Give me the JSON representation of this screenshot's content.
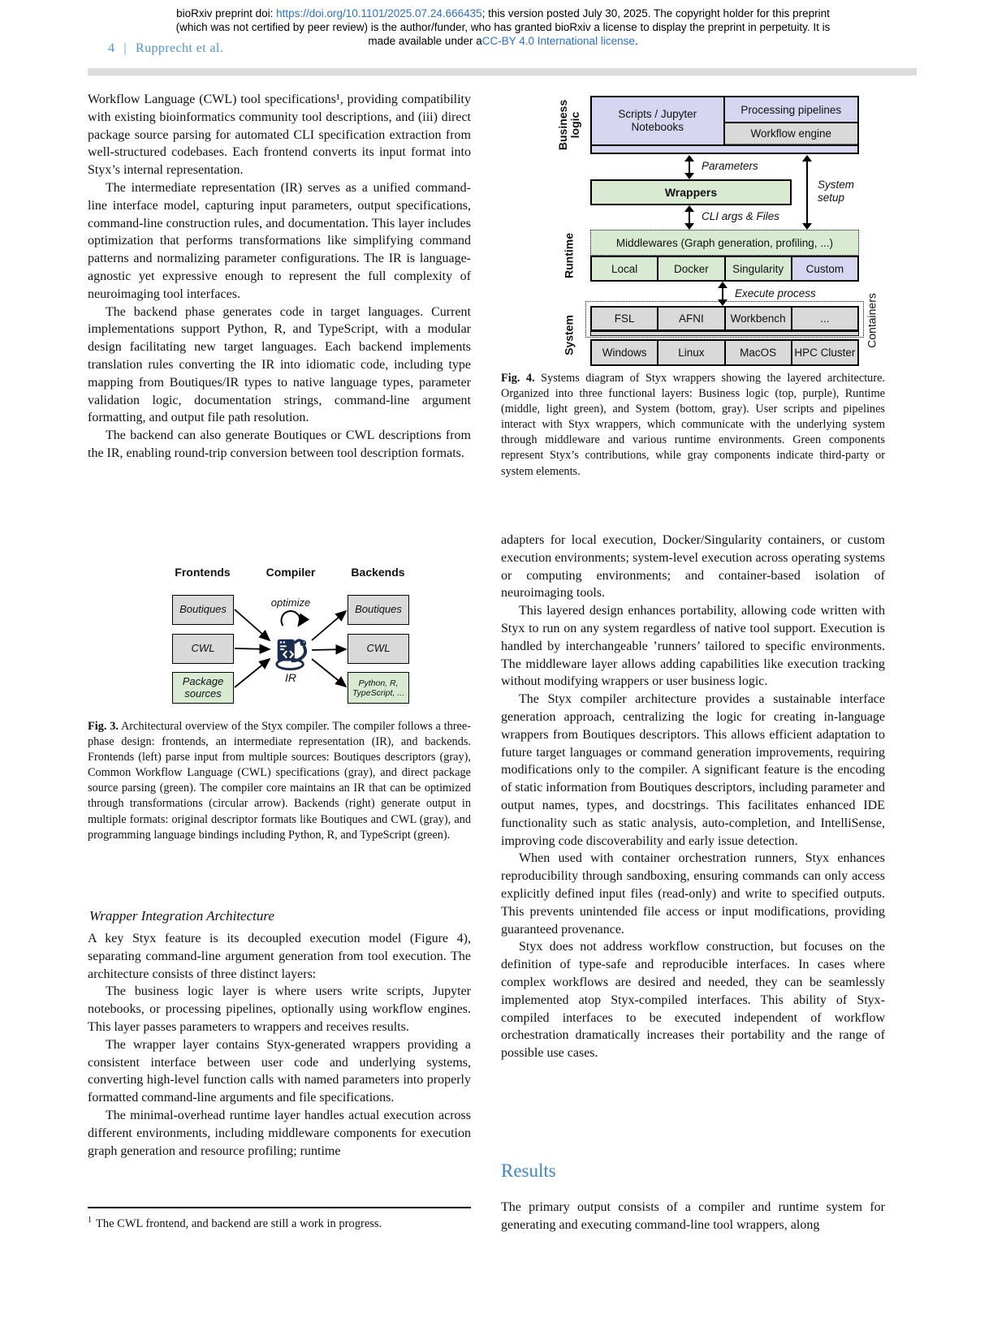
{
  "colors": {
    "purple": "#d6d6f0",
    "green": "#d9ead3",
    "gray": "#d9d9d9",
    "link": "#2a6fdb",
    "headblue": "#4e94cd",
    "resultsblue": "#3d85c8"
  },
  "header": {
    "line1_pre": "bioRxiv preprint doi: ",
    "doi_link": "https://doi.org/10.1101/2025.07.24.666435",
    "line1_post": "; this version posted July 30, 2025. The copyright holder for this preprint",
    "line2": "(which was not certified by peer review) is the author/funder, who has granted bioRxiv a license to display the preprint in perpetuity. It is",
    "line3_pre": "made available under a",
    "license_link": "CC-BY 4.0 International license",
    "line3_post": "."
  },
  "running_head": {
    "page": "4",
    "sep": "|",
    "authors": "Rupprecht et al."
  },
  "left": {
    "paragraphs": [
      "Workflow Language (CWL) tool specifications¹, providing compatibility with existing bioinformatics community tool descriptions, and (iii) direct package source parsing for automated CLI specification extraction from well-structured codebases. Each frontend converts its input format into Styx’s internal representation.",
      "The intermediate representation (IR) serves as a unified command-line interface model, capturing input parameters, output specifications, command-line construction rules, and documentation. This layer includes optimization that performs transformations like simplifying command patterns and normalizing parameter configurations. The IR is language-agnostic yet expressive enough to represent the full complexity of neuroimaging tool interfaces.",
      "The backend phase generates code in target languages. Current implementations support Python, R, and TypeScript, with a modular design facilitating new target languages. Each backend implements translation rules converting the IR into idiomatic code, including type mapping from Boutiques/IR types to native language types, parameter validation logic, documentation strings, command-line argument formatting, and output file path resolution.",
      "The backend can also generate Boutiques or CWL descriptions from the IR, enabling round-trip conversion between tool description formats."
    ],
    "fig3": {
      "headers": [
        "Frontends",
        "Compiler",
        "Backends"
      ],
      "frontends": [
        "Boutiques",
        "CWL",
        "Package\nsources"
      ],
      "backends": [
        "Boutiques",
        "CWL",
        "Python, R,\nTypeScript, ..."
      ],
      "optimize": "optimize",
      "ir": "IR",
      "caption_label": "Fig. 3.",
      "caption": "Architectural overview of the Styx compiler. The compiler follows a three-phase design: frontends, an intermediate representation (IR), and backends. Frontends (left) parse input from multiple sources: Boutiques descriptors (gray), Common Workflow Language (CWL) specifications (gray), and direct package source parsing (green). The compiler core maintains an IR that can be optimized through transformations (circular arrow). Backends (right) generate output in multiple formats: original descriptor formats like Boutiques and CWL (gray), and programming language bindings including Python, R, and TypeScript (green)."
    },
    "subsection": "Wrapper Integration Architecture",
    "paragraphs2": [
      "A key Styx feature is its decoupled execution model (Figure 4), separating command-line argument generation from tool execution. The architecture consists of three distinct layers:",
      "The business logic layer is where users write scripts, Jupyter notebooks, or processing pipelines, optionally using workflow engines. This layer passes parameters to wrappers and receives results.",
      "The wrapper layer contains Styx-generated wrappers providing a consistent interface between user code and underlying systems, converting high-level function calls with named parameters into properly formatted command-line arguments and file specifications.",
      "The minimal-overhead runtime layer handles actual execution across different environments, including middleware components for execution graph generation and resource profiling; runtime"
    ],
    "footnote_marker": "1",
    "footnote": "The CWL frontend, and backend are still a work in progress."
  },
  "right": {
    "fig4": {
      "layer_business": "Business\nlogic",
      "layer_runtime": "Runtime",
      "layer_system": "System",
      "scripts": "Scripts / Jupyter\nNotebooks",
      "processing": "Processing pipelines",
      "workflow_engine": "Workflow engine",
      "parameters": "Parameters",
      "wrappers": "Wrappers",
      "system_setup": "System\nsetup",
      "cli": "CLI args & Files",
      "middlewares": "Middlewares (Graph generation, profiling, ...)",
      "runtime_cells": [
        "Local",
        "Docker",
        "Singularity",
        "Custom"
      ],
      "execute": "Execute process",
      "tool_cells": [
        "FSL",
        "AFNI",
        "Workbench",
        "..."
      ],
      "os_cells": [
        "Windows",
        "Linux",
        "MacOS",
        "HPC Cluster"
      ],
      "containers": "Containers",
      "caption_label": "Fig. 4.",
      "caption": "Systems diagram of Styx wrappers showing the layered architecture. Organized into three functional layers: Business logic (top, purple), Runtime (middle, light green), and System (bottom, gray). User scripts and pipelines interact with Styx wrappers, which communicate with the underlying system through middleware and various runtime environments. Green components represent Styx’s contributions, while gray components indicate third-party or system elements."
    },
    "paragraphs": [
      "adapters for local execution, Docker/Singularity containers, or custom execution environments; system-level execution across operating systems or computing environments; and container-based isolation of neuroimaging tools.",
      "This layered design enhances portability, allowing code written with Styx to run on any system regardless of native tool support. Execution is handled by interchangeable ’runners’ tailored to specific environments. The middleware layer allows adding capabilities like execution tracking without modifying wrappers or user business logic.",
      "The Styx compiler architecture provides a sustainable interface generation approach, centralizing the logic for creating in-language wrappers from Boutiques descriptors. This allows efficient adaptation to future target languages or command generation improvements, requiring modifications only to the compiler. A significant feature is the encoding of static information from Boutiques descriptors, including parameter and output names, types, and docstrings. This facilitates enhanced IDE functionality such as static analysis, auto-completion, and IntelliSense, improving code discoverability and early issue detection.",
      "When used with container orchestration runners, Styx enhances reproducibility through sandboxing, ensuring commands can only access explicitly defined input files (read-only) and write to specified outputs. This prevents unintended file access or input modifications, providing guaranteed provenance.",
      "Styx does not address workflow construction, but focuses on the definition of type-safe and reproducible interfaces. In cases where complex workflows are desired and needed, they can be seamlessly implemented atop Styx-compiled interfaces. This ability of Styx-compiled interfaces to be executed independent of workflow orchestration dramatically increases their portability and the range of possible use cases."
    ],
    "results_heading": "Results",
    "results_paragraphs": [
      "The primary output consists of a compiler and runtime system for generating and executing command-line tool wrappers, along"
    ]
  }
}
